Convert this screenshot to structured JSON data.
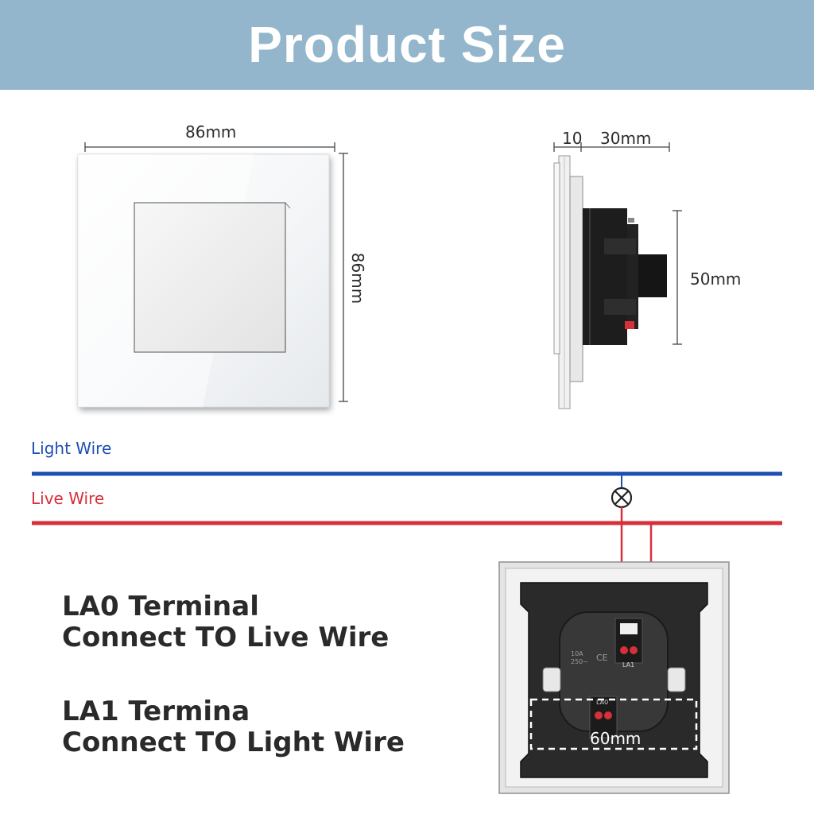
{
  "header": {
    "title": "Product Size",
    "background": "#93b6cc"
  },
  "front_view": {
    "width_label": "86mm",
    "height_label": "86mm"
  },
  "side_view": {
    "plate_depth_label": "10",
    "body_depth_label": "30mm",
    "body_height_label": "50mm"
  },
  "wiring": {
    "light_wire": {
      "label": "Light Wire",
      "color": "#1f4fb3"
    },
    "live_wire": {
      "label": "Live Wire",
      "color": "#d6303a"
    },
    "symbol": "lamp-icon"
  },
  "terminals": {
    "la0_title": "LA0 Terminal",
    "la0_desc": "Connect TO Live Wire",
    "la1_title": "LA1 Termina",
    "la1_desc": "Connect TO Light Wire"
  },
  "back_view": {
    "mount_width_label": "60mm",
    "terminal_marks": [
      "LA1",
      "LA0"
    ],
    "rating_marks": [
      "10A",
      "250~",
      "CE"
    ]
  }
}
